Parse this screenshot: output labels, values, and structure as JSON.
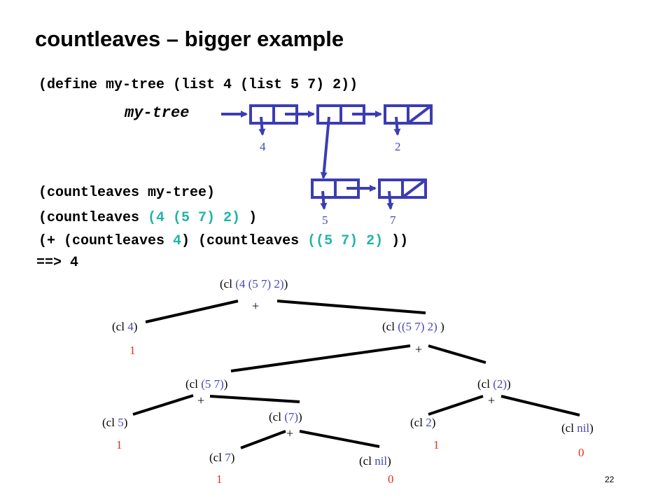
{
  "title": "countleaves – bigger example",
  "define_line": "(define my-tree (list 4 (list 5 7) 2))",
  "box_diagram": {
    "label": "my-tree",
    "top_values": [
      "4",
      "2"
    ],
    "bottom_values": [
      "5",
      "7"
    ]
  },
  "steps": {
    "line1": "(countleaves my-tree)",
    "line2": {
      "a": "(countleaves ",
      "b": "(4 (5 7) 2)",
      "c": " )"
    },
    "line3": {
      "a": "(+ (countleaves ",
      "b": "4",
      "c": ") (countleaves ",
      "d": "((5 7) 2)",
      "e": " ))"
    },
    "line4": "==> 4"
  },
  "tree": {
    "root": {
      "prefix": "(cl ",
      "arg": "(4 (5 7) 2)",
      "suffix": ")"
    },
    "cl4": {
      "prefix": "(cl ",
      "arg": "4",
      "suffix": ")",
      "result": "1"
    },
    "cl57_2": {
      "prefix": "(cl ",
      "arg": "((5 7) 2)",
      "suffix": " )"
    },
    "cl57": {
      "prefix": "(cl ",
      "arg": "(5 7)",
      "suffix": ")"
    },
    "cl2list": {
      "prefix": "(cl ",
      "arg": "(2)",
      "suffix": ")"
    },
    "cl5": {
      "prefix": "(cl ",
      "arg": "5",
      "suffix": ")",
      "result": "1"
    },
    "cl7list": {
      "prefix": "(cl ",
      "arg": "(7)",
      "suffix": ")"
    },
    "cl2": {
      "prefix": "(cl ",
      "arg": "2",
      "suffix": ")",
      "result": "1"
    },
    "clnil_right": {
      "prefix": "(cl ",
      "arg": "nil",
      "suffix": ")",
      "result": "0"
    },
    "cl7": {
      "prefix": "(cl ",
      "arg": "7",
      "suffix": ")",
      "result": "1"
    },
    "clnil_mid": {
      "prefix": "(cl ",
      "arg": "nil",
      "suffix": ")",
      "result": "0"
    },
    "plus": "+"
  },
  "page_number": "22",
  "colors": {
    "box": "#3c3cb4",
    "arg_blue": "#4747b8",
    "highlight": "#1fb5a5",
    "result_red": "#e0301e"
  }
}
